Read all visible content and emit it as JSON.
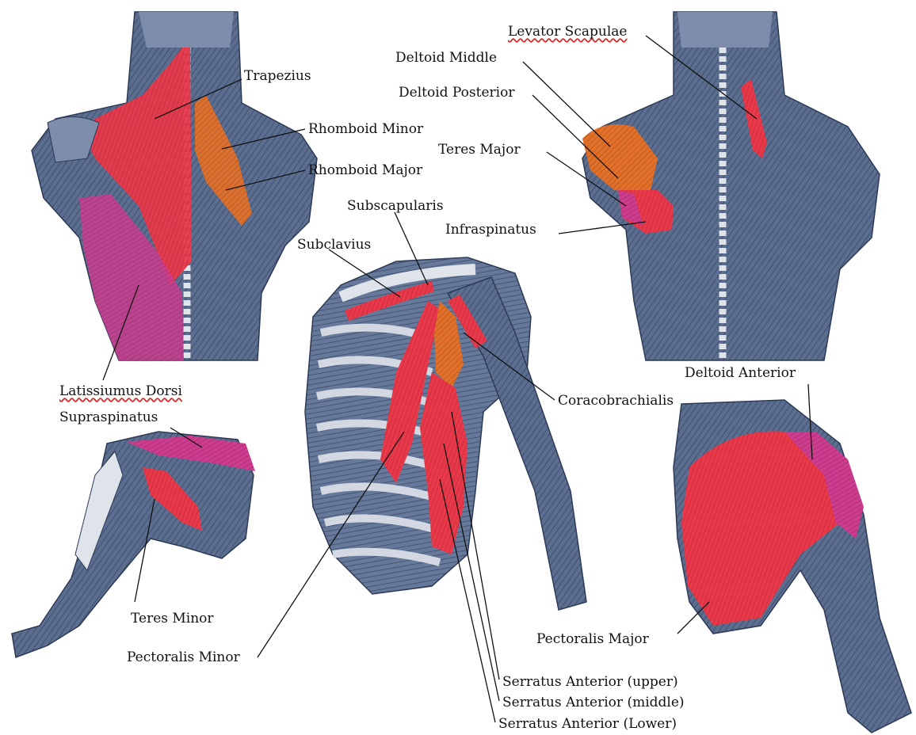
{
  "colors": {
    "muscle_gray": "#5b6e8f",
    "muscle_dark": "#2d3a55",
    "bone": "#dfe3ea",
    "red": "#e8394a",
    "magenta": "#c8348a",
    "orange": "#e0702a",
    "leader_line": "#111111"
  },
  "labels": {
    "trapezius": "Trapezius",
    "rhomboid_minor": "Rhomboid Minor",
    "rhomboid_major": "Rhomboid Major",
    "latissimus_dorsi": "Latissiumus Dorsi",
    "levator_scapulae": "Levator Scapulae",
    "deltoid_middle": "Deltoid Middle",
    "deltoid_posterior": "Deltoid Posterior",
    "teres_major": "Teres Major",
    "infraspinatus": "Infraspinatus",
    "subscapularis": "Subscapularis",
    "subclavius": "Subclavius",
    "coracobrachialis": "Coracobrachialis",
    "deltoid_anterior": "Deltoid Anterior",
    "supraspinatus": "Supraspinatus",
    "teres_minor": "Teres Minor",
    "pectoralis_minor": "Pectoralis Minor",
    "pectoralis_major": "Pectoralis Major",
    "serratus_upper": "Serratus Anterior (upper)",
    "serratus_middle": "Serratus Anterior (middle)",
    "serratus_lower": "Serratus Anterior (Lower)"
  }
}
